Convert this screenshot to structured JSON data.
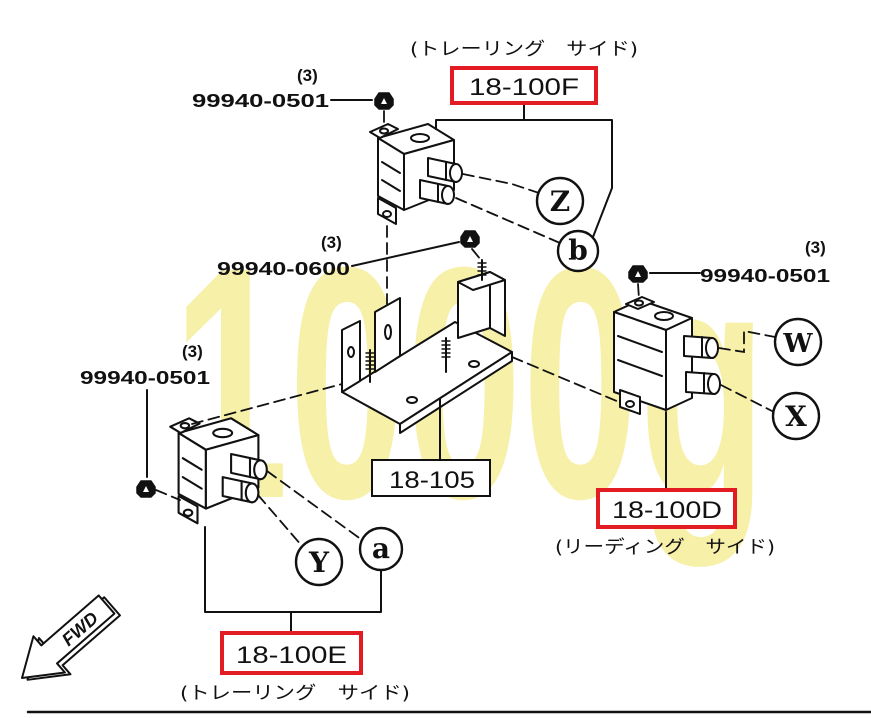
{
  "diagram": {
    "watermark": "1000g",
    "fwd_label": "FWD",
    "colors": {
      "highlight_box": "#e31b23",
      "watermark": "#f6ee9b",
      "line": "#111111",
      "background": "#ffffff"
    }
  },
  "callouts": {
    "coil_trailing_upper": {
      "part_no": "18-100F",
      "side": "(トレーリング　サイド)"
    },
    "coil_leading": {
      "part_no": "18-100D",
      "side": "(リーディング　サイド)"
    },
    "coil_trailing_lower": {
      "part_no": "18-100E",
      "side": "(トレーリング　サイド)"
    },
    "bracket": {
      "part_no": "18-105"
    }
  },
  "fasteners": {
    "nut_top": {
      "part_no": "99940-0501",
      "qty": "(3)"
    },
    "nut_bracket": {
      "part_no": "99940-0600",
      "qty": "(3)"
    },
    "nut_right": {
      "part_no": "99940-0501",
      "qty": "(3)"
    },
    "nut_left": {
      "part_no": "99940-0501",
      "qty": "(3)"
    }
  },
  "connection_marks": {
    "z": "Z",
    "b": "b",
    "w": "W",
    "x": "X",
    "y": "Y",
    "a": "a"
  }
}
